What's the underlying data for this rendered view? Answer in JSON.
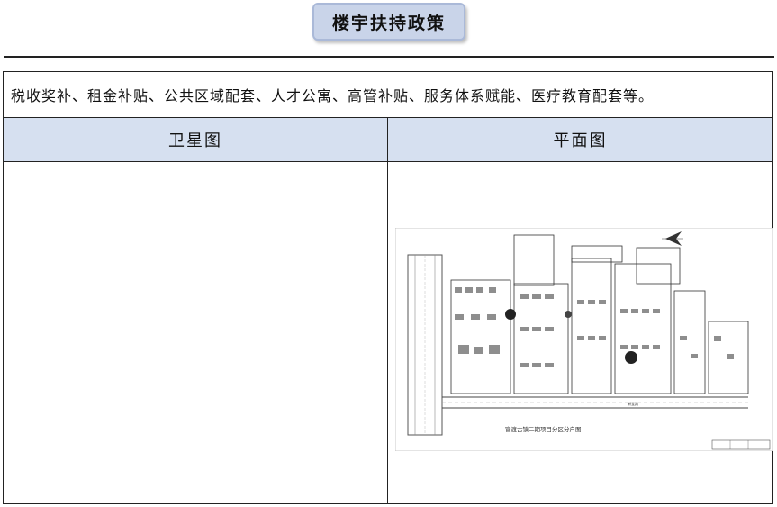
{
  "header": {
    "title": "楼宇扶持政策"
  },
  "policy": {
    "text": "税收奖补、租金补贴、公共区域配套、人才公寓、高管补贴、服务体系赋能、医疗教育配套等。"
  },
  "table": {
    "columns": [
      "卫星图",
      "平面图"
    ]
  },
  "plan": {
    "caption": "官渡古镇二期项目分区分户图",
    "road_label": "新宝路"
  }
}
